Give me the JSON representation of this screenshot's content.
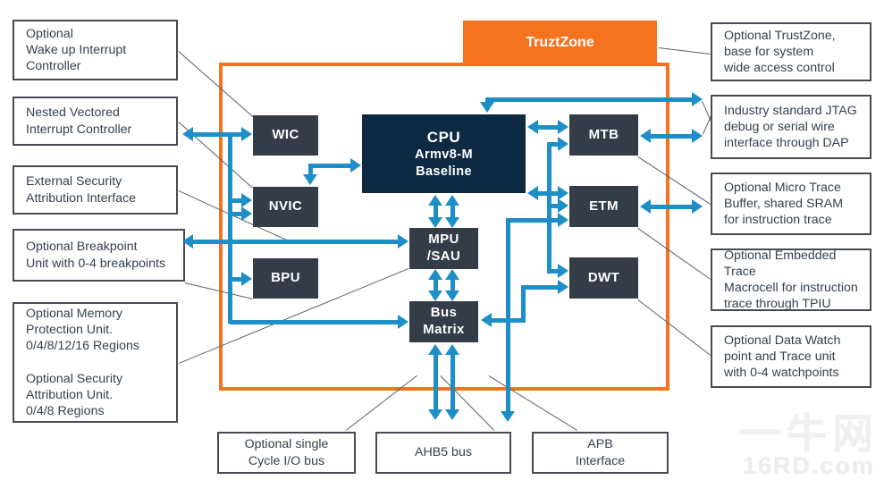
{
  "header": {
    "trustzone_label": "TruztZone"
  },
  "blocks": {
    "wic": "WIC",
    "nvic": "NVIC",
    "bpu": "BPU",
    "mpu_sau": "MPU\n/SAU",
    "bus_matrix": "Bus\nMatrix",
    "mtb": "MTB",
    "etm": "ETM",
    "dwt": "DWT",
    "cpu_title": "CPU",
    "cpu_subtitle": "Armv8-M\nBaseline"
  },
  "callouts": {
    "wakeup": "Optional\nWake up Interrupt\nController",
    "nvic": "Nested Vectored\nInterrupt Controller",
    "esai": "External Security\nAttribution Interface",
    "bpu": "Optional Breakpoint\nUnit with 0-4 breakpoints",
    "mpu_sau": "Optional Memory\nProtection Unit.\n0/4/8/12/16 Regions\n\nOptional Security\nAttribution Unit.\n0/4/8 Regions",
    "trustzone": "Optional TrustZone,\nbase for system\nwide access control",
    "jtag": "Industry standard JTAG\ndebug or serial wire\ninterface through DAP",
    "mtb": "Optional Micro Trace\nBuffer, shared SRAM\nfor instruction trace",
    "etm": "Optional Embedded Trace\nMacrocell for instruction\ntrace through TPIU",
    "dwt": "Optional Data Watch\npoint and Trace unit\nwith 0-4 watchpoints"
  },
  "bottom_boxes": {
    "io_bus": "Optional single\nCycle I/O bus",
    "ahb5": "AHB5 bus",
    "apb": "APB\nInterface"
  },
  "watermark": {
    "line1": "一牛网",
    "line2": "16RD.com"
  },
  "colors": {
    "orange": "#f5731e",
    "arrow_blue": "#1d8ec6",
    "block_slate": "#343c47",
    "block_navy": "#0e2a43"
  }
}
